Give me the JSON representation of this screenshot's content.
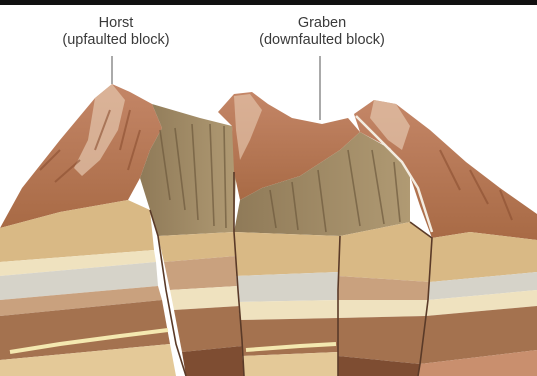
{
  "labels": {
    "horst": {
      "name": "Horst",
      "desc": "(upfaulted block)"
    },
    "graben": {
      "name": "Graben",
      "desc": "(downfaulted block)"
    }
  },
  "colors": {
    "rock_dark": "#a86a45",
    "rock_mid": "#c79477",
    "rock_light": "#e2c2a8",
    "scarp": "#9a8460",
    "layer_tan": "#d9b985",
    "layer_cream": "#efe2bf",
    "layer_grey": "#d6d3c9",
    "layer_brown": "#a4724f",
    "layer_deep": "#7e4d32",
    "fault_line": "#5a3a28"
  }
}
